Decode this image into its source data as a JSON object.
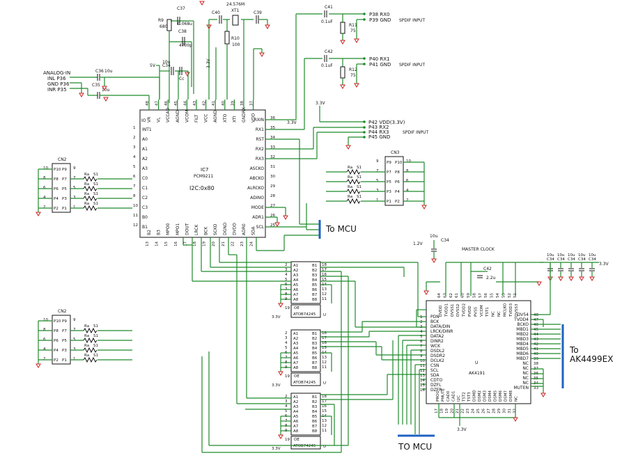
{
  "colors": {
    "wire": "#1f8a2a",
    "part": "#111111",
    "ground": "#cc2222",
    "bus": "#1d62c2",
    "background": "#ffffff"
  },
  "ic7": {
    "ref": "IC7",
    "part": "PCM9211",
    "address": "I2C:0x80",
    "left_pins": [
      [
        "1",
        "INT1"
      ],
      [
        "2",
        "A0"
      ],
      [
        "3",
        "A1"
      ],
      [
        "4",
        "A2"
      ],
      [
        "5",
        "A3"
      ],
      [
        "6",
        "C0"
      ],
      [
        "7",
        "C1"
      ],
      [
        "8",
        "C2"
      ],
      [
        "10",
        "C3"
      ],
      [
        "11",
        "B0"
      ],
      [
        "12",
        "B1"
      ]
    ],
    "left_extra": "IO",
    "right_pins": [
      [
        "36",
        "RXIN"
      ],
      [
        "35",
        "RX1"
      ],
      [
        "34",
        "RST"
      ],
      [
        "33",
        "RX2"
      ],
      [
        "32",
        "RX3"
      ],
      [
        "31",
        "ASCKO"
      ],
      [
        "30",
        "ABCKO"
      ],
      [
        "29",
        "ALRCKO"
      ],
      [
        "28",
        "ADINO"
      ],
      [
        "27",
        "MODE"
      ],
      [
        "26",
        "ADR1"
      ],
      [
        "25",
        "SCL"
      ]
    ],
    "top_pins": [
      [
        "48",
        "VR"
      ],
      [
        "47",
        "VL"
      ],
      [
        "46",
        "VCCAD"
      ],
      [
        "45",
        "AGND"
      ],
      [
        "44",
        "VCOM"
      ],
      [
        "43",
        "FILT"
      ],
      [
        "42",
        "VCC"
      ],
      [
        "41",
        "AGND"
      ],
      [
        "40",
        "XTO"
      ],
      [
        "39",
        "XTI"
      ],
      [
        "38",
        "GNDRX"
      ],
      [
        "37",
        "VDD"
      ]
    ],
    "bottom_pins": [
      [
        "13",
        "B2"
      ],
      [
        "14",
        "B3"
      ],
      [
        "15",
        "MPO0"
      ],
      [
        "16",
        "MPO1"
      ],
      [
        "17",
        "DOUT"
      ],
      [
        "18",
        "LRCK"
      ],
      [
        "19",
        "BCK"
      ],
      [
        "20",
        "SCKO"
      ],
      [
        "21",
        "DGND"
      ],
      [
        "22",
        "DVDD"
      ],
      [
        "23",
        "ADR0"
      ],
      [
        "24",
        "SDA"
      ]
    ]
  },
  "top_parts": {
    "c37": "C37",
    "c37_val": "0.068u",
    "r9": "R9",
    "r9_val": "680",
    "c38": "C38",
    "c38_val": "4700p",
    "crystal_freq": "24.576M",
    "xt1": "XT1",
    "c40": "C40",
    "c39": "C39",
    "r10": "R10",
    "r10_val": "100",
    "v33": "3.3V",
    "v5": "5V",
    "c34": "C34",
    "c34_val": "10u",
    "cc": "Cc"
  },
  "analog": {
    "header": "ANALOG-IN",
    "inl": "INL P36",
    "gnd": "GND P36",
    "inr": "INR P35",
    "c36": "C36",
    "c36_val": "10u",
    "c35": "C35",
    "c35_val": "10u"
  },
  "spdif": {
    "c41": "C41",
    "c41_val": "0.1uF",
    "p38": "P38 RX0",
    "p39": "P39 GND",
    "label": "SPDIF INPUT",
    "r11": "R11",
    "r11_val": "75",
    "c42": "C42",
    "c42_val": "0.1uF",
    "p40": "P40 RX1",
    "p41": "P41 GND",
    "r12": "R12",
    "r12_val": "75"
  },
  "spdif2": {
    "v33": "3.3V",
    "lines": [
      "P42 VDD(3.3V)",
      "P43 RX2",
      "P44 RX3",
      "P45 GND"
    ],
    "label": "SPDIF INPUT",
    "rxin_label": "3.3V"
  },
  "cn2_top": {
    "ref": "CN2",
    "rows": [
      [
        "10",
        "P10",
        "P9",
        "9"
      ],
      [
        "8",
        "P8",
        "P7",
        "7"
      ],
      [
        "6",
        "P6",
        "P5",
        "5"
      ],
      [
        "4",
        "P4",
        "P3",
        "3"
      ],
      [
        "2",
        "P2",
        "P1",
        "1"
      ]
    ]
  },
  "cn2_bottom": {
    "ref": "CN2",
    "rows": [
      [
        "10",
        "P10",
        "P9",
        "9"
      ],
      [
        "8",
        "P8",
        "P7",
        "7"
      ],
      [
        "6",
        "P6",
        "P5",
        "5"
      ],
      [
        "4",
        "P4",
        "P3",
        "3"
      ],
      [
        "2",
        "P2",
        "P1",
        "1"
      ]
    ]
  },
  "cn3": {
    "ref": "CN3",
    "rows": [
      [
        "9",
        "P9",
        "P10",
        "10"
      ],
      [
        "7",
        "P7",
        "P8",
        "8"
      ],
      [
        "5",
        "P5",
        "P6",
        "6"
      ],
      [
        "3",
        "P3",
        "P4",
        "4"
      ],
      [
        "1",
        "P1",
        "P2",
        "2"
      ]
    ]
  },
  "resistors": {
    "ra": "Ra",
    "s1": "S1"
  },
  "to_mcu_1": "To MCU",
  "to_mcu_2": "TO MCU",
  "to_ak": "To AK4499EX",
  "buffers": [
    {
      "ref": "ATOB74245",
      "label": "U",
      "oe": "OE",
      "vcc": "3.3V",
      "pin19": "19",
      "a": [
        "A1",
        "A2",
        "A3",
        "A4",
        "A5",
        "A6",
        "A7",
        "A8"
      ],
      "b": [
        "B1",
        "B2",
        "B3",
        "B4",
        "B5",
        "B6",
        "B7",
        "B8"
      ],
      "an": [
        "2",
        "3",
        "4",
        "5",
        "6",
        "7",
        "8",
        "9"
      ],
      "bn": [
        "18",
        "17",
        "16",
        "15",
        "14",
        "13",
        "12",
        "11"
      ]
    },
    {
      "ref": "ATOB74245",
      "label": "U",
      "oe": "OE",
      "vcc": "3.3V",
      "pin19": "19",
      "a": [
        "A1",
        "A2",
        "A3",
        "A4",
        "A5",
        "A6",
        "A7",
        "A8"
      ],
      "b": [
        "B1",
        "B2",
        "B3",
        "B4",
        "B5",
        "B6",
        "B7",
        "B8"
      ],
      "an": [
        "2",
        "3",
        "4",
        "5",
        "6",
        "7",
        "8",
        "9"
      ],
      "bn": [
        "18",
        "17",
        "16",
        "15",
        "14",
        "13",
        "12",
        "11"
      ]
    },
    {
      "ref": "ATOB74245",
      "label": "U",
      "oe": "OE",
      "vcc": "3.3V",
      "pin19": "19",
      "a": [
        "A1",
        "A2",
        "A3",
        "A4",
        "A5",
        "A6",
        "A7",
        "A8"
      ],
      "b": [
        "B1",
        "B2",
        "B3",
        "B4",
        "B5",
        "B6",
        "B7",
        "B8"
      ],
      "an": [
        "2",
        "3",
        "4",
        "5",
        "6",
        "7",
        "8",
        "9"
      ],
      "bn": [
        "18",
        "17",
        "16",
        "15",
        "14",
        "13",
        "12",
        "11"
      ]
    }
  ],
  "ak4191": {
    "ref": "U",
    "part": "AK4191",
    "master_clock": "MASTER CLOCK",
    "c34": "C34",
    "c34_val": "10u",
    "v12": "1.2V",
    "c42": "C42",
    "c42_val": "2.2u",
    "v33": "3.3V",
    "left_pins": [
      [
        "1",
        "PDN"
      ],
      [
        "2",
        "BCK"
      ],
      [
        "3",
        "DATA/DIN"
      ],
      [
        "4",
        "LRCK/DINR"
      ],
      [
        "5",
        "DATA2"
      ],
      [
        "6",
        "DINR2"
      ],
      [
        "7",
        "WCK"
      ],
      [
        "8",
        "DSDL2"
      ],
      [
        "9",
        "DSDR2"
      ],
      [
        "10",
        "DCLK2"
      ],
      [
        "11",
        "CSN"
      ],
      [
        "12",
        "SCL"
      ],
      [
        "13",
        "SDA"
      ],
      [
        "14",
        "CDTO"
      ],
      [
        "15",
        "DZFL"
      ],
      [
        "16",
        "DZFR"
      ]
    ],
    "right_pins": [
      [
        "48",
        "DV54"
      ],
      [
        "47",
        "TVDD4"
      ],
      [
        "46",
        "BCKO"
      ],
      [
        "45",
        "MBD1"
      ],
      [
        "44",
        "MBD2"
      ],
      [
        "43",
        "MBD3"
      ],
      [
        "42",
        "MBD4"
      ],
      [
        "41",
        "MBD5"
      ],
      [
        "40",
        "MBD6"
      ],
      [
        "39",
        "MBD7"
      ],
      [
        "38",
        "NC"
      ],
      [
        "37",
        "NC"
      ],
      [
        "36",
        "NC"
      ],
      [
        "35",
        "NC"
      ],
      [
        "34",
        "NC"
      ],
      [
        "33",
        "MUTEN"
      ]
    ],
    "top_pins": [
      [
        "64",
        "DVDD"
      ],
      [
        "63",
        "TVDD1"
      ],
      [
        "62",
        "DVSS1"
      ],
      [
        "61",
        "DVSS2"
      ],
      [
        "60",
        "TVDD2"
      ],
      [
        "59",
        "PVDD"
      ],
      [
        "58",
        "PVSS"
      ],
      [
        "57",
        "VCOM"
      ],
      [
        "56",
        "TST1"
      ],
      [
        "55",
        "NC"
      ],
      [
        "54",
        "NC"
      ],
      [
        "53",
        "MCLKO"
      ],
      [
        "52",
        "TVDD3"
      ],
      [
        "51",
        "DVSS3"
      ]
    ],
    "bottom_pins": [
      [
        "17",
        "PROG"
      ],
      [
        "18",
        "PMUTE"
      ],
      [
        "19",
        "CAD0"
      ],
      [
        "20",
        "CAD1"
      ],
      [
        "21",
        "I2C"
      ],
      [
        "22",
        "TST2"
      ],
      [
        "23",
        "TST3"
      ],
      [
        "24",
        "DSMD"
      ],
      [
        "25",
        "DSM2"
      ],
      [
        "26",
        "DSM3"
      ],
      [
        "27",
        "DSM4"
      ],
      [
        "28",
        "DSM5"
      ],
      [
        "29",
        "DSM6"
      ],
      [
        "30",
        "DSM7"
      ],
      [
        "31",
        "DSM8"
      ],
      [
        "32",
        "NC"
      ]
    ]
  },
  "right_caps": {
    "labels": [
      "10u",
      "10u",
      "10u",
      "10u",
      "10u"
    ],
    "refs": [
      "C34",
      "C34",
      "C34",
      "C34",
      "C34"
    ],
    "v33": "3.3V"
  }
}
